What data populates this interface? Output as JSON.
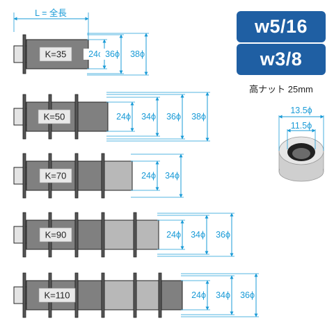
{
  "length_label": "L = 全長",
  "badges": [
    "w5/16",
    "w3/8"
  ],
  "nut": {
    "caption": "高ナット 25mm",
    "outer_dim": "13.5ϕ",
    "inner_dim": "11.5ϕ"
  },
  "assemblies": [
    {
      "k_label": "K=35",
      "dims": [
        "24ϕ",
        "36ϕ",
        "38ϕ"
      ]
    },
    {
      "k_label": "K=50",
      "dims": [
        "24ϕ",
        "34ϕ",
        "36ϕ",
        "38ϕ"
      ]
    },
    {
      "k_label": "K=70",
      "dims": [
        "24ϕ",
        "34ϕ"
      ]
    },
    {
      "k_label": "K=90",
      "dims": [
        "24ϕ",
        "34ϕ",
        "36ϕ"
      ]
    },
    {
      "k_label": "K=110",
      "dims": [
        "24ϕ",
        "34ϕ",
        "36ϕ"
      ]
    }
  ],
  "colors": {
    "dimension": "#1a9bd7",
    "badge": "#1f5fa3",
    "segment_dark": "#808080",
    "segment_light": "#b8b8b8",
    "outline": "#222222"
  }
}
